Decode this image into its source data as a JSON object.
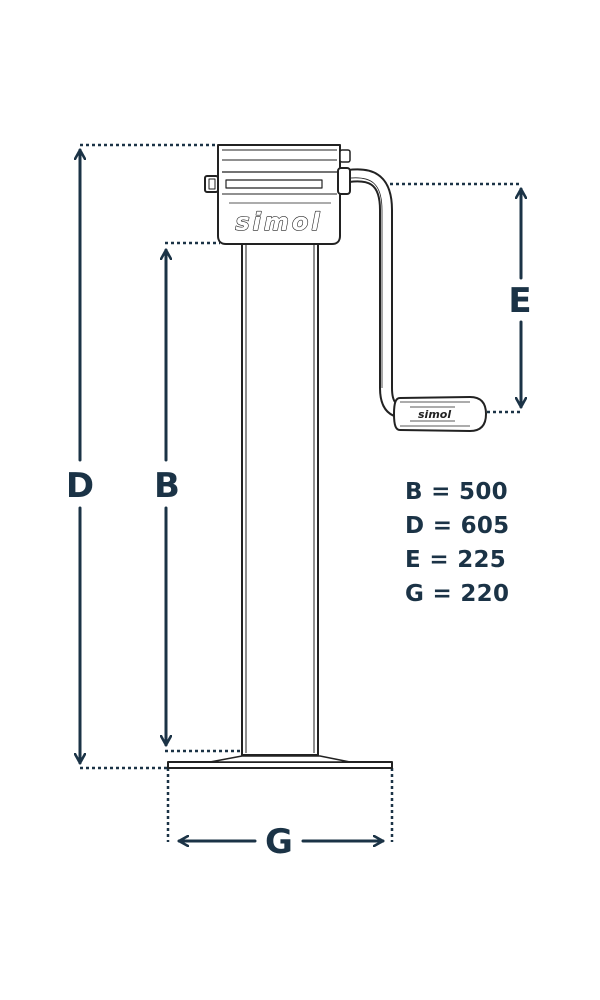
{
  "brand": "simol",
  "colors": {
    "dimension": "#1b3346",
    "outline": "#222222",
    "fill": "#ffffff"
  },
  "dimension_labels": {
    "d": "D",
    "b": "B",
    "e": "E",
    "g": "G"
  },
  "specs": [
    {
      "text": "B = 500"
    },
    {
      "text": "D = 605"
    },
    {
      "text": "E = 225"
    },
    {
      "text": "G = 220"
    }
  ]
}
